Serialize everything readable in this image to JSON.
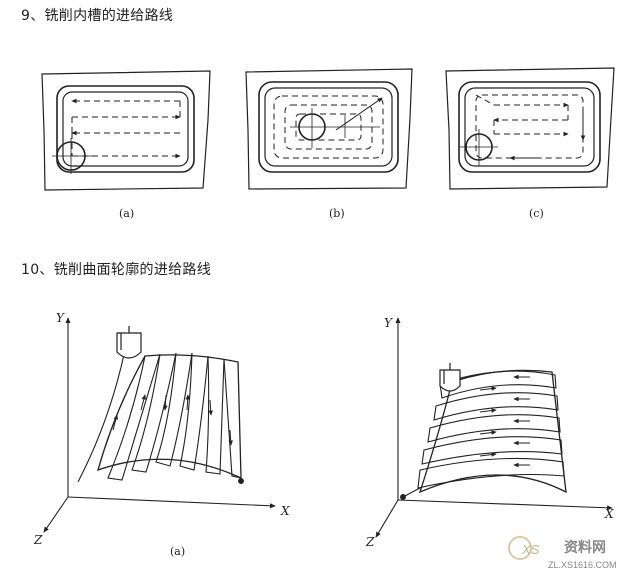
{
  "section9": {
    "heading": "9、铣削内槽的进给路线",
    "captions": [
      "(a)",
      "(b)",
      "(c)"
    ]
  },
  "section10": {
    "heading": "10、铣削曲面轮廓的进给路线",
    "axes": {
      "y": "Y",
      "x": "X",
      "z": "Z"
    },
    "caption_a": "(a)"
  },
  "watermark": {
    "brand": "资料网",
    "url": "ZL.XS1616.COM",
    "logo_letters": "XS"
  },
  "colors": {
    "line": "#222222",
    "watermark": "#d9c9a9",
    "wm_dark": "#888888"
  }
}
